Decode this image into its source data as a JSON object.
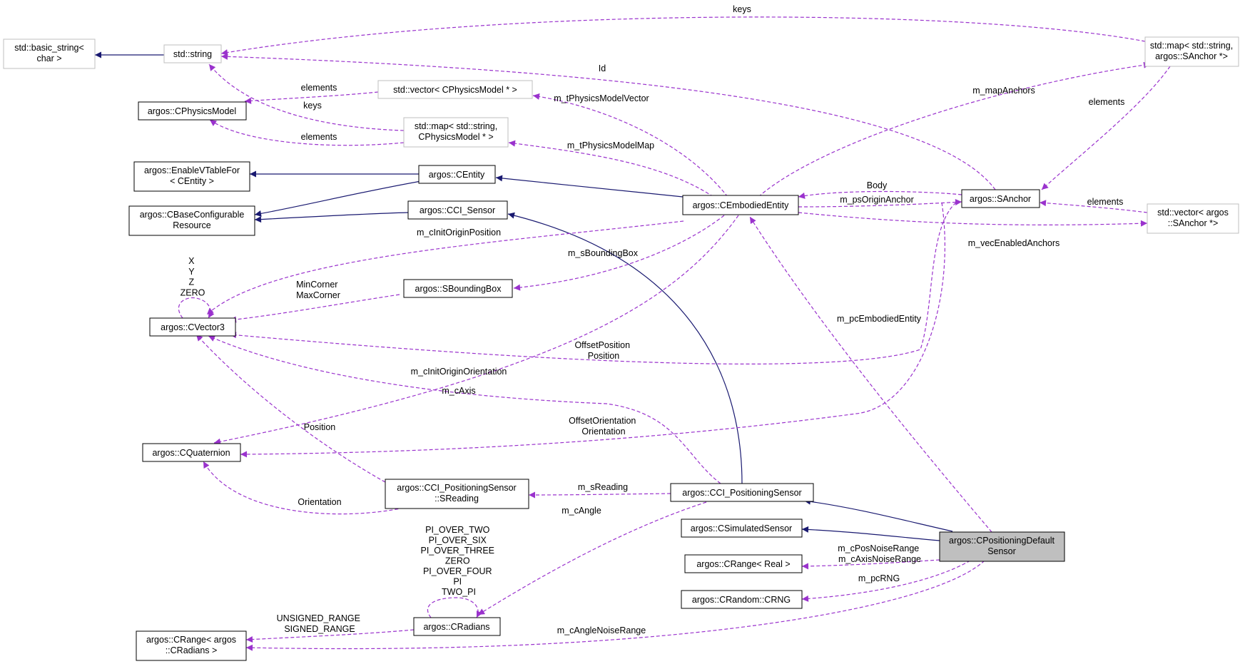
{
  "colors": {
    "inheritance": "#191970",
    "usage": "#9a32cd",
    "external_border": "#bfbfbf",
    "focus_fill": "#bfbfbf"
  },
  "nodes": {
    "basic_string": [
      "std::basic_string<",
      "char >"
    ],
    "std_string": [
      "std::string"
    ],
    "map_anchor": [
      "std::map< std::string,",
      "argos::SAnchor *>"
    ],
    "physics_model": [
      "argos::CPhysicsModel"
    ],
    "vector_pm": [
      "std::vector< CPhysicsModel * >"
    ],
    "map_pm": [
      "std::map< std::string,",
      "CPhysicsModel * >"
    ],
    "enable_vtable": [
      "argos::EnableVTableFor",
      "< CEntity >"
    ],
    "centity": [
      "argos::CEntity"
    ],
    "base_config": [
      "argos::CBaseConfigurable",
      "Resource"
    ],
    "cci_sensor": [
      "argos::CCI_Sensor"
    ],
    "embodied": [
      "argos::CEmbodiedEntity"
    ],
    "sanchor": [
      "argos::SAnchor"
    ],
    "vector_anchor": [
      "std::vector< argos",
      "::SAnchor *>"
    ],
    "bbox": [
      "argos::SBoundingBox"
    ],
    "vector3": [
      "argos::CVector3"
    ],
    "quaternion": [
      "argos::CQuaternion"
    ],
    "sreading": [
      "argos::CCI_PositioningSensor",
      "::SReading"
    ],
    "cci_pos": [
      "argos::CCI_PositioningSensor"
    ],
    "simulated": [
      "argos::CSimulatedSensor"
    ],
    "focus": [
      "argos::CPositioningDefault",
      "Sensor"
    ],
    "range_real": [
      "argos::CRange< Real >"
    ],
    "crng": [
      "argos::CRandom::CRNG"
    ],
    "radians": [
      "argos::CRadians"
    ],
    "range_rad": [
      "argos::CRange< argos",
      "::CRadians >"
    ]
  },
  "edges": {
    "keys_top": [
      "keys"
    ],
    "id": [
      "Id"
    ],
    "elements_vec_pm": [
      "elements"
    ],
    "keys_map_pm": [
      "keys"
    ],
    "elements_map_pm": [
      "elements"
    ],
    "map_anchors": [
      "m_mapAnchors"
    ],
    "elements_map_anchor": [
      "elements"
    ],
    "phys_vec": [
      "m_tPhysicsModelVector"
    ],
    "phys_map": [
      "m_tPhysicsModelMap"
    ],
    "body": [
      "Body"
    ],
    "origin_anchor": [
      "m_psOriginAnchor"
    ],
    "elements_vec_anchor": [
      "elements"
    ],
    "enabled_anchors": [
      "m_vecEnabledAnchors"
    ],
    "init_pos": [
      "m_cInitOriginPosition"
    ],
    "bbox_edge": [
      "m_sBoundingBox"
    ],
    "vec3_self": [
      "X",
      "Y",
      "Z",
      "ZERO"
    ],
    "min_max": [
      "MinCorner",
      "MaxCorner"
    ],
    "embodied_edge": [
      "m_pcEmbodiedEntity"
    ],
    "offset_pos": [
      "OffsetPosition",
      "Position"
    ],
    "init_orient": [
      "m_cInitOriginOrientation"
    ],
    "axis": [
      "m_cAxis"
    ],
    "offset_orient": [
      "OffsetOrientation",
      "Orientation"
    ],
    "position": [
      "Position"
    ],
    "reading": [
      "m_sReading"
    ],
    "orientation": [
      "Orientation"
    ],
    "angle": [
      "m_cAngle"
    ],
    "rad_self": [
      "PI_OVER_TWO",
      "PI_OVER_SIX",
      "PI_OVER_THREE",
      "ZERO",
      "PI_OVER_FOUR",
      "PI",
      "TWO_PI"
    ],
    "noise_range": [
      "m_cPosNoiseRange",
      "m_cAxisNoiseRange"
    ],
    "rng": [
      "m_pcRNG"
    ],
    "unsigned_signed": [
      "UNSIGNED_RANGE",
      "SIGNED_RANGE"
    ],
    "angle_noise": [
      "m_cAngleNoiseRange"
    ]
  }
}
